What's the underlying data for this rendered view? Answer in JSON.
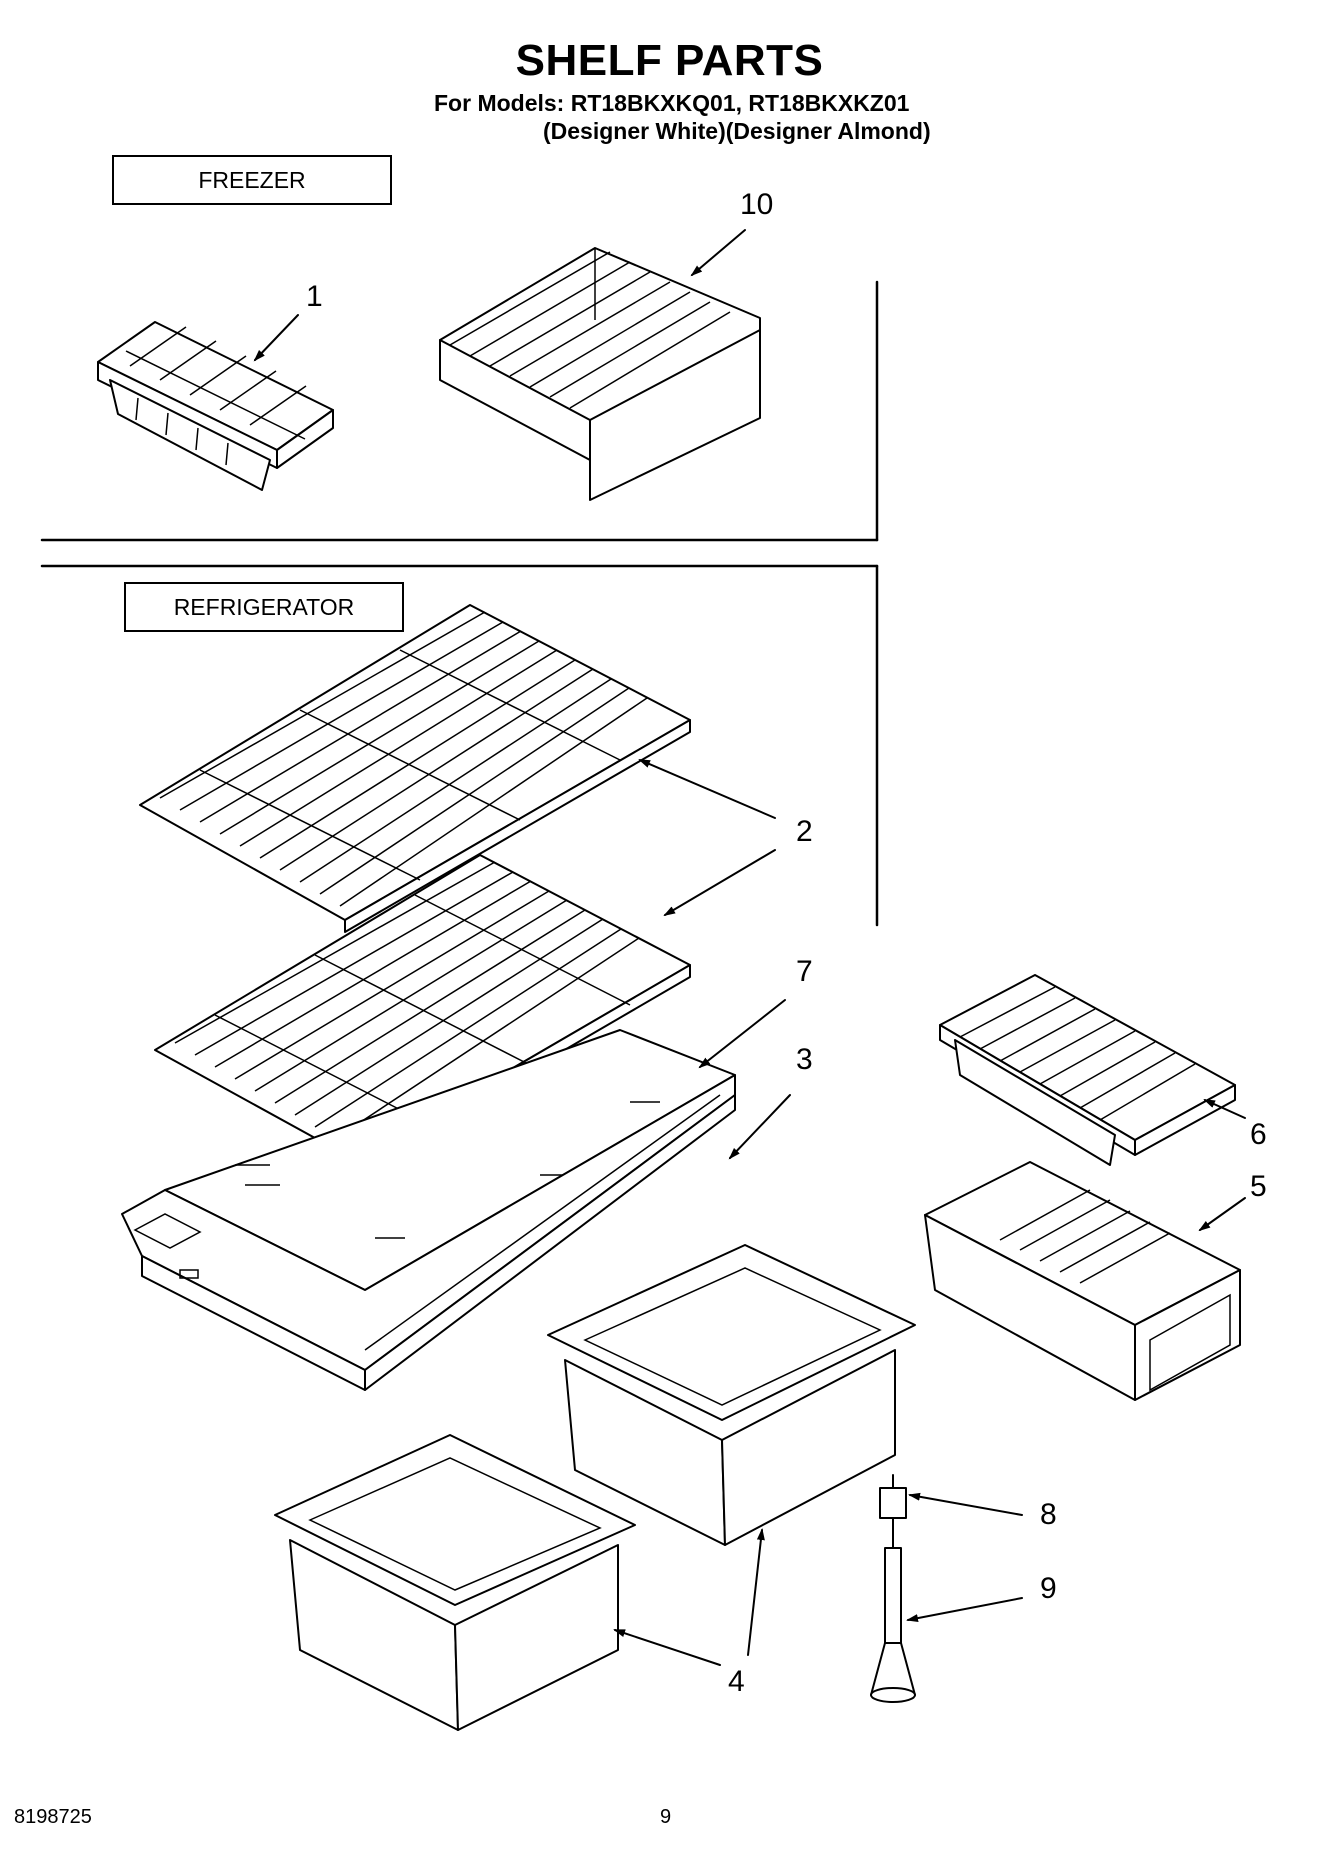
{
  "header": {
    "title": "SHELF PARTS",
    "models_line": "For Models: RT18BKXKQ01, RT18BKXKZ01",
    "colors_line": "(Designer White)(Designer Almond)"
  },
  "sections": {
    "freezer_label": "FREEZER",
    "refrigerator_label": "REFRIGERATOR"
  },
  "callouts": {
    "c1": "1",
    "c2": "2",
    "c3": "3",
    "c4": "4",
    "c5": "5",
    "c6": "6",
    "c7": "7",
    "c8": "8",
    "c9": "9",
    "c10": "10"
  },
  "footer": {
    "doc_number": "8198725",
    "page_number": "9"
  }
}
